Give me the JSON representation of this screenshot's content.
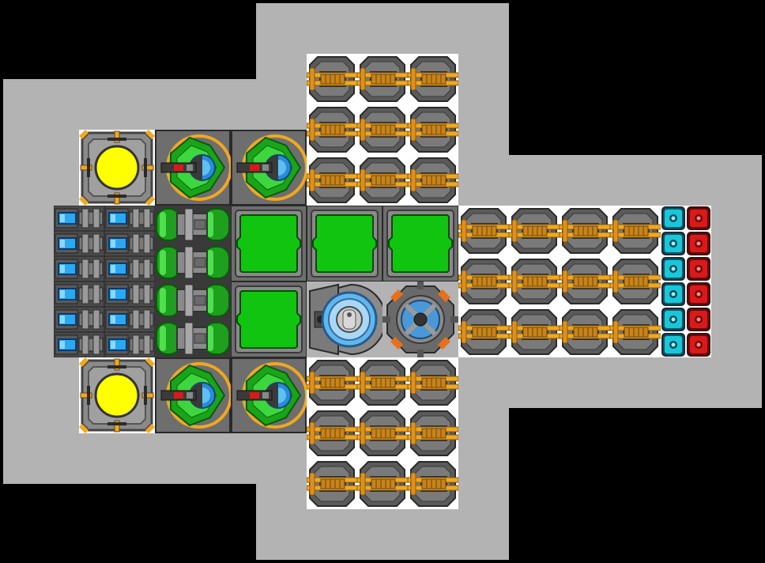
{
  "colors": {
    "background": "#000000",
    "hull": "#b3b3b3",
    "pad": "#ffffff",
    "steel": "#6e6e6e",
    "steel_dark": "#3d3d3d",
    "steel_light": "#9b9b9b",
    "gold": "#f0a820",
    "gold_dark": "#a86810",
    "green": "#16c416",
    "green_dark": "#0a7a0a",
    "reactor_yellow": "#ffff00",
    "battery_blue": "#2aa8f0",
    "shield_cyan": "#1ad8e6",
    "armor_red": "#d81a1a"
  },
  "modules": {
    "reactors": {
      "count": 2,
      "icon": "reactor-core-icon"
    },
    "missile_launchers": {
      "count": 4,
      "icon": "missile-launcher-icon"
    },
    "batteries": {
      "count": 12,
      "icon": "battery-cell-icon"
    },
    "fuel_tanks": {
      "count": 4,
      "icon": "fuel-tank-icon"
    },
    "cargo_bays": {
      "count": 4,
      "icon": "cargo-bay-icon"
    },
    "command_module": {
      "count": 1,
      "icon": "cockpit-icon"
    },
    "sensor_array": {
      "count": 1,
      "icon": "sensor-dish-icon"
    },
    "cannons": {
      "count": 30,
      "icon": "cannon-turret-icon"
    },
    "shield_nodes": {
      "count": 6,
      "icon": "shield-node-icon"
    },
    "armor_nodes": {
      "count": 6,
      "icon": "armor-node-icon"
    }
  }
}
